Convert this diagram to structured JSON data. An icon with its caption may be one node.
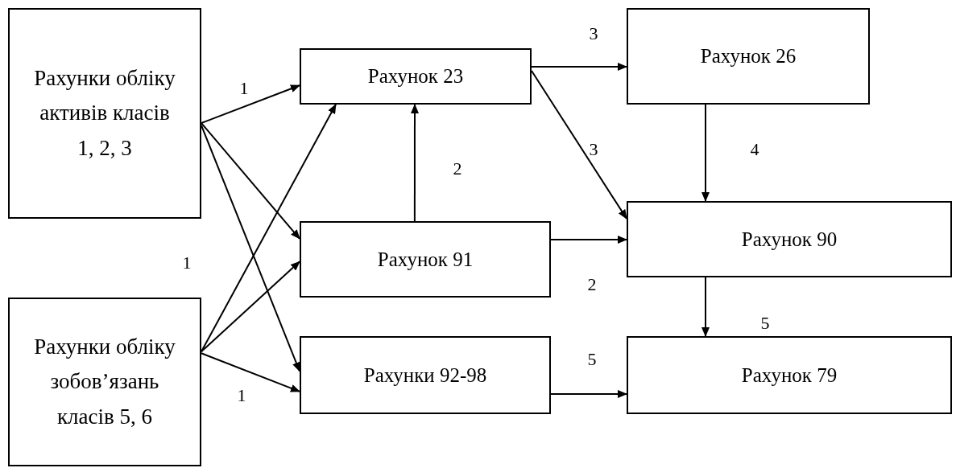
{
  "diagram": {
    "nodes": [
      {
        "text": [
          "Рахунки обліку активів класів 1, 2, 3"
        ]
      },
      {
        "text": [
          "Рахунки обліку зобов’язань класів 5, 6"
        ]
      },
      {
        "text": [
          "Рахунок 23"
        ]
      },
      {
        "text": [
          "Рахунок 91"
        ]
      },
      {
        "text": [
          "Рахунки 92-98"
        ]
      },
      {
        "text": [
          "Рахунок 26"
        ]
      },
      {
        "text": [
          "Рахунок 90"
        ]
      },
      {
        "text": [
          "Рахунок 79"
        ]
      }
    ],
    "edges": [
      {
        "from": 0,
        "to": 2,
        "arrow": "to"
      },
      {
        "from": 0,
        "to": 3,
        "arrow": "to"
      },
      {
        "from": 0,
        "to": 4,
        "arrow": "to"
      },
      {
        "from": 1,
        "to": 2,
        "arrow": "to"
      },
      {
        "from": 1,
        "to": 3,
        "arrow": "to"
      },
      {
        "from": 1,
        "to": 4,
        "arrow": "to"
      },
      {
        "from": 3,
        "to": 2,
        "arrow": "to"
      },
      {
        "from": 2,
        "to": 5,
        "arrow": "to"
      },
      {
        "from": 2,
        "to": 6,
        "arrow": "to"
      },
      {
        "from": 5,
        "to": 6,
        "arrow": "to"
      },
      {
        "from": 3,
        "to": 6,
        "arrow": "to"
      },
      {
        "from": 6,
        "to": 7,
        "arrow": "to"
      },
      {
        "from": 4,
        "to": 7,
        "arrow": "to"
      }
    ],
    "labels": [
      "3",
      "1",
      "3",
      "4",
      "2",
      "1",
      "2",
      "5",
      "5",
      "1"
    ]
  }
}
